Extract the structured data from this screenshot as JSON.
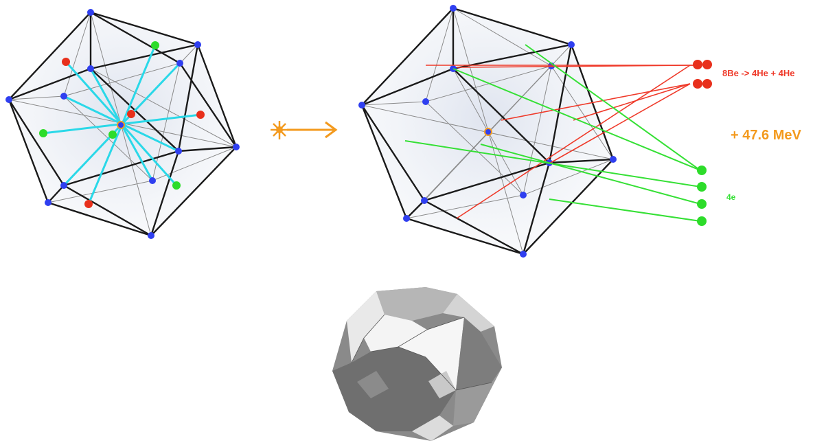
{
  "annotations": {
    "reaction": "8Be -> 4He + 4He",
    "energy": "+ 47.6 MeV",
    "green_label": "4e"
  },
  "colors": {
    "background": "#ffffff",
    "edge": "#1a1a1a",
    "blue_node": "#2f3ff0",
    "red_node": "#e8301c",
    "green_node": "#2ddc2a",
    "cyan_axis": "#2ad8e8",
    "orange": "#f39a1e",
    "red_line": "#ef3a2a",
    "green_line": "#35e035",
    "solid_dark": "#777777",
    "solid_mid": "#a9a9a9",
    "solid_light": "#eeeeee"
  },
  "icons": {
    "arrow": "sun-burst-arrow-icon"
  }
}
